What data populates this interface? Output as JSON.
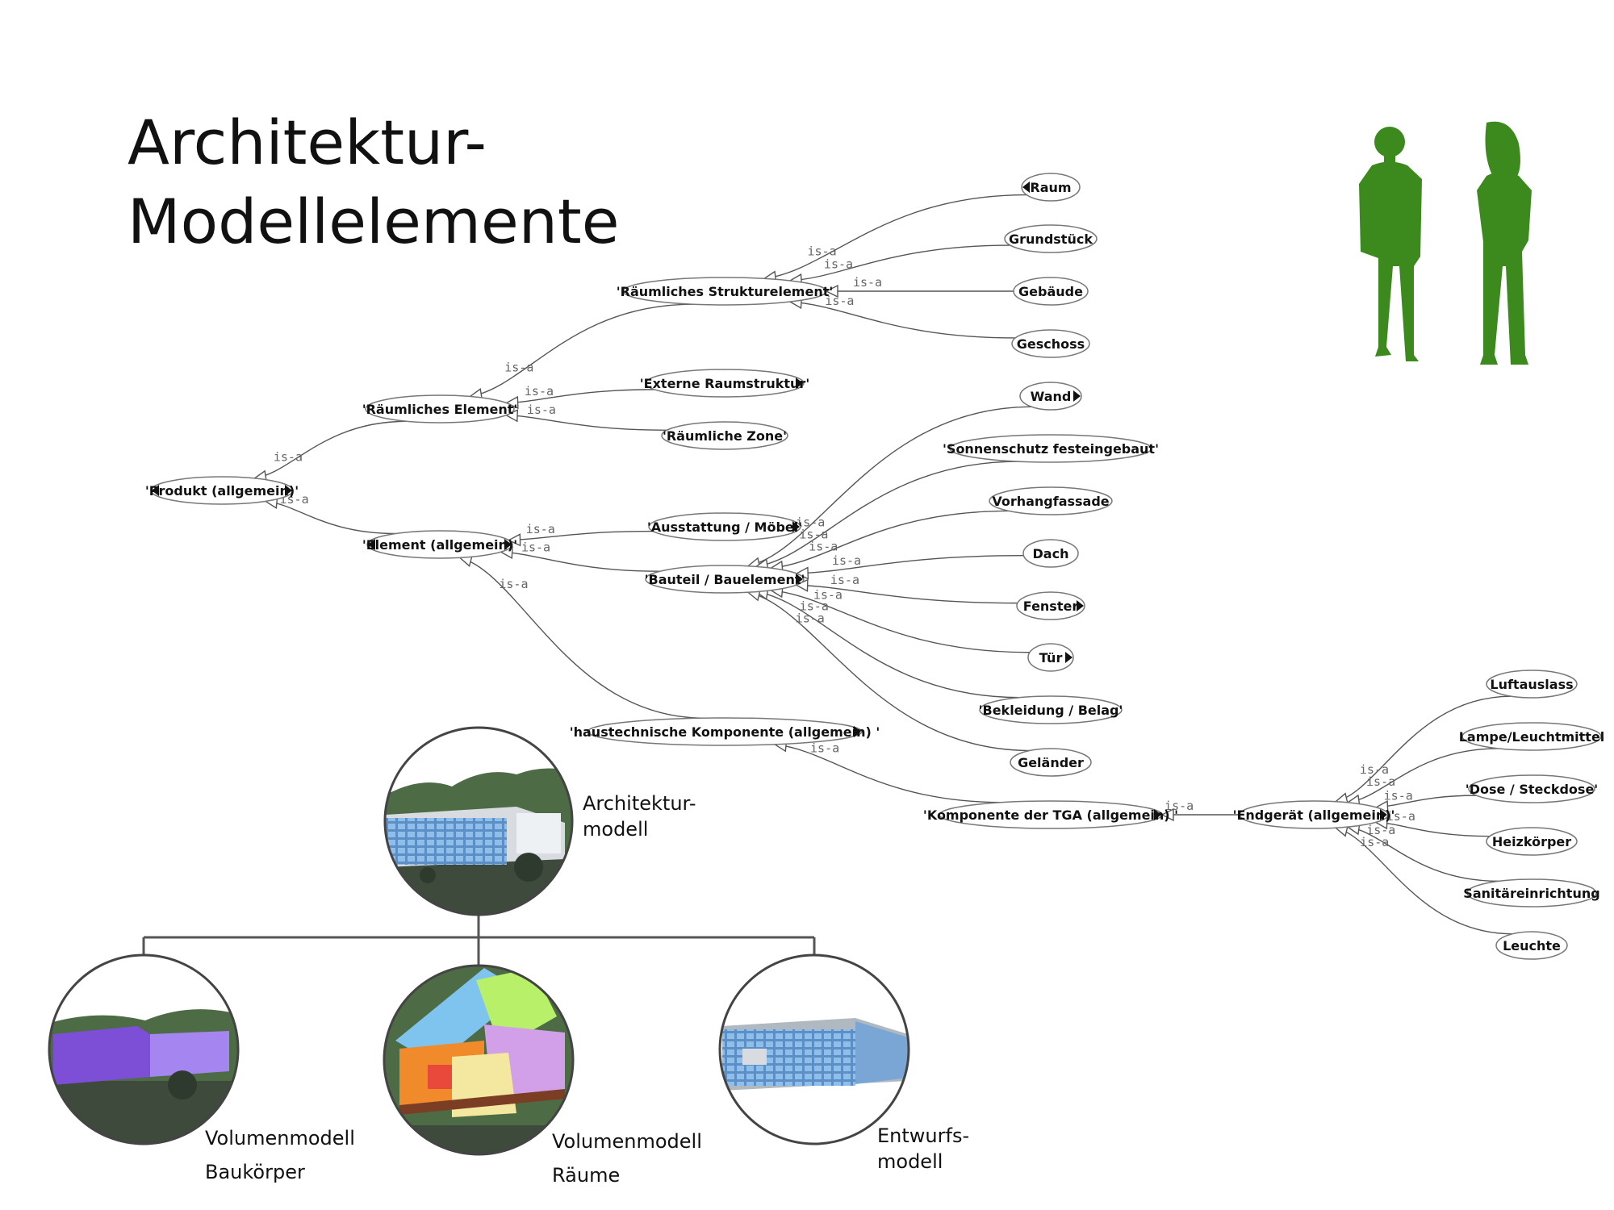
{
  "title": {
    "line1": "Architektur-",
    "line2": "Modellelemente"
  },
  "edge_label": "is-a",
  "nodes": [
    {
      "id": "raum",
      "label": "Raum",
      "marker": "left"
    },
    {
      "id": "grundstueck",
      "label": "Grundstück"
    },
    {
      "id": "gebaeude",
      "label": "Gebäude"
    },
    {
      "id": "geschoss",
      "label": "Geschoss"
    },
    {
      "id": "raeumliches_strukturelement",
      "label": "'Räumliches Strukturelement'"
    },
    {
      "id": "raeumliches_element",
      "label": "'Räumliches Element'"
    },
    {
      "id": "externe_raumstruktur",
      "label": "'Externe Raumstruktur'",
      "marker": "right"
    },
    {
      "id": "raeumliche_zone",
      "label": "'Räumliche Zone'"
    },
    {
      "id": "produkt",
      "label": "'Produkt (allgemein)'",
      "marker": "both"
    },
    {
      "id": "element",
      "label": "'Element (allgemein)'",
      "marker": "both"
    },
    {
      "id": "ausstattung",
      "label": "'Ausstattung / Möbel'",
      "marker": "right"
    },
    {
      "id": "bauteil",
      "label": "'Bauteil / Bauelement'",
      "marker": "right"
    },
    {
      "id": "wand",
      "label": "Wand",
      "marker": "right"
    },
    {
      "id": "sonnenschutz",
      "label": "'Sonnenschutz festeingebaut'"
    },
    {
      "id": "vorhangfassade",
      "label": "Vorhangfassade"
    },
    {
      "id": "dach",
      "label": "Dach"
    },
    {
      "id": "fenster",
      "label": "Fenster",
      "marker": "right"
    },
    {
      "id": "tuer",
      "label": "Tür",
      "marker": "right"
    },
    {
      "id": "bekleidung",
      "label": "'Bekleidung / Belag'"
    },
    {
      "id": "gelaender",
      "label": "Geländer"
    },
    {
      "id": "haustechnik",
      "label": "'haustechnische Komponente (allgemein) '",
      "marker": "right"
    },
    {
      "id": "tga",
      "label": "'Komponente der TGA (allgemein) '",
      "marker": "right"
    },
    {
      "id": "endgeraet",
      "label": "'Endgerät (allgemein)'",
      "marker": "right"
    },
    {
      "id": "luftauslass",
      "label": "Luftauslass"
    },
    {
      "id": "lampe",
      "label": "Lampe/Leuchtmittel"
    },
    {
      "id": "dose",
      "label": "'Dose / Steckdose'"
    },
    {
      "id": "heizkoerper",
      "label": "Heizkörper"
    },
    {
      "id": "sanitaer",
      "label": "Sanitäreinrichtung"
    },
    {
      "id": "leuchte",
      "label": "Leuchte"
    }
  ],
  "edges": [
    [
      "raum",
      "raeumliches_strukturelement"
    ],
    [
      "grundstueck",
      "raeumliches_strukturelement"
    ],
    [
      "gebaeude",
      "raeumliches_strukturelement"
    ],
    [
      "geschoss",
      "raeumliches_strukturelement"
    ],
    [
      "raeumliches_strukturelement",
      "raeumliches_element"
    ],
    [
      "externe_raumstruktur",
      "raeumliches_element"
    ],
    [
      "raeumliche_zone",
      "raeumliches_element"
    ],
    [
      "raeumliches_element",
      "produkt"
    ],
    [
      "element",
      "produkt"
    ],
    [
      "ausstattung",
      "element"
    ],
    [
      "bauteil",
      "element"
    ],
    [
      "haustechnik",
      "element"
    ],
    [
      "wand",
      "bauteil"
    ],
    [
      "sonnenschutz",
      "bauteil"
    ],
    [
      "vorhangfassade",
      "bauteil"
    ],
    [
      "dach",
      "bauteil"
    ],
    [
      "fenster",
      "bauteil"
    ],
    [
      "tuer",
      "bauteil"
    ],
    [
      "bekleidung",
      "bauteil"
    ],
    [
      "gelaender",
      "bauteil"
    ],
    [
      "tga",
      "haustechnik"
    ],
    [
      "endgeraet",
      "tga"
    ],
    [
      "luftauslass",
      "endgeraet"
    ],
    [
      "lampe",
      "endgeraet"
    ],
    [
      "dose",
      "endgeraet"
    ],
    [
      "heizkoerper",
      "endgeraet"
    ],
    [
      "sanitaer",
      "endgeraet"
    ],
    [
      "leuchte",
      "endgeraet"
    ]
  ],
  "models": {
    "architektur": {
      "line1": "Architektur-",
      "line2": "modell"
    },
    "volumen_baukoerper": {
      "line1": "Volumenmodell",
      "line2": "Baukörper"
    },
    "volumen_raeume": {
      "line1": "Volumenmodell",
      "line2": "Räume"
    },
    "entwurf": {
      "line1": "Entwurfs-",
      "line2": "modell"
    }
  },
  "colors": {
    "figures": "#3c8a1e",
    "line": "#555555",
    "volumen_baukoerper": "#8f62e6",
    "facade": "#6f9fd0",
    "ground": "#3e4a3c"
  },
  "icons": [
    "man-silhouette-icon",
    "woman-silhouette-icon"
  ]
}
